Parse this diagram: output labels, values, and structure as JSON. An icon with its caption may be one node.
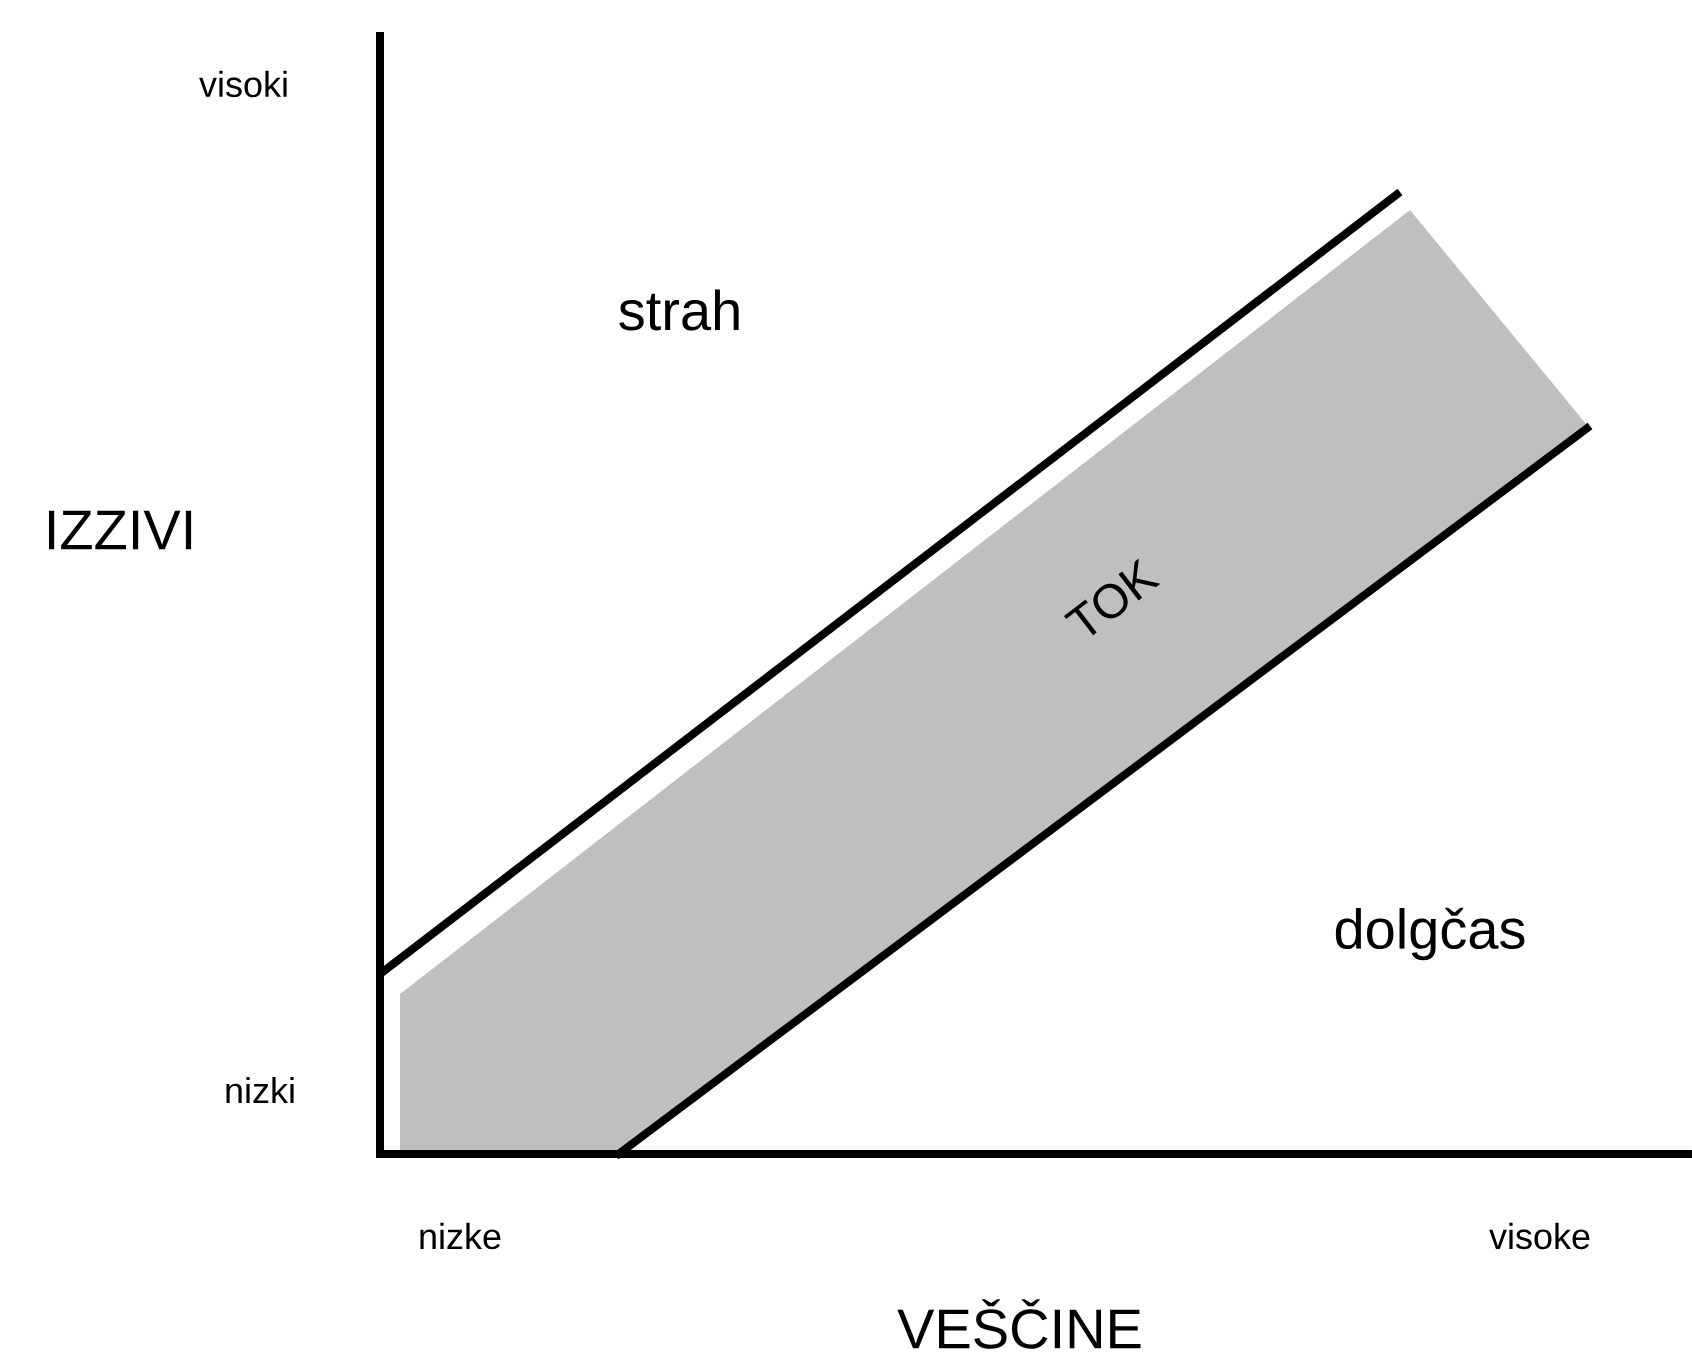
{
  "diagram": {
    "nodes": [
      {
        "text": [
          "TOK"
        ]
      }
    ],
    "labels": [
      "visoki",
      "strah",
      "IZZIVI",
      "dolgčas",
      "nizki",
      "nizke",
      "visoke",
      "VEŠČINE"
    ]
  }
}
